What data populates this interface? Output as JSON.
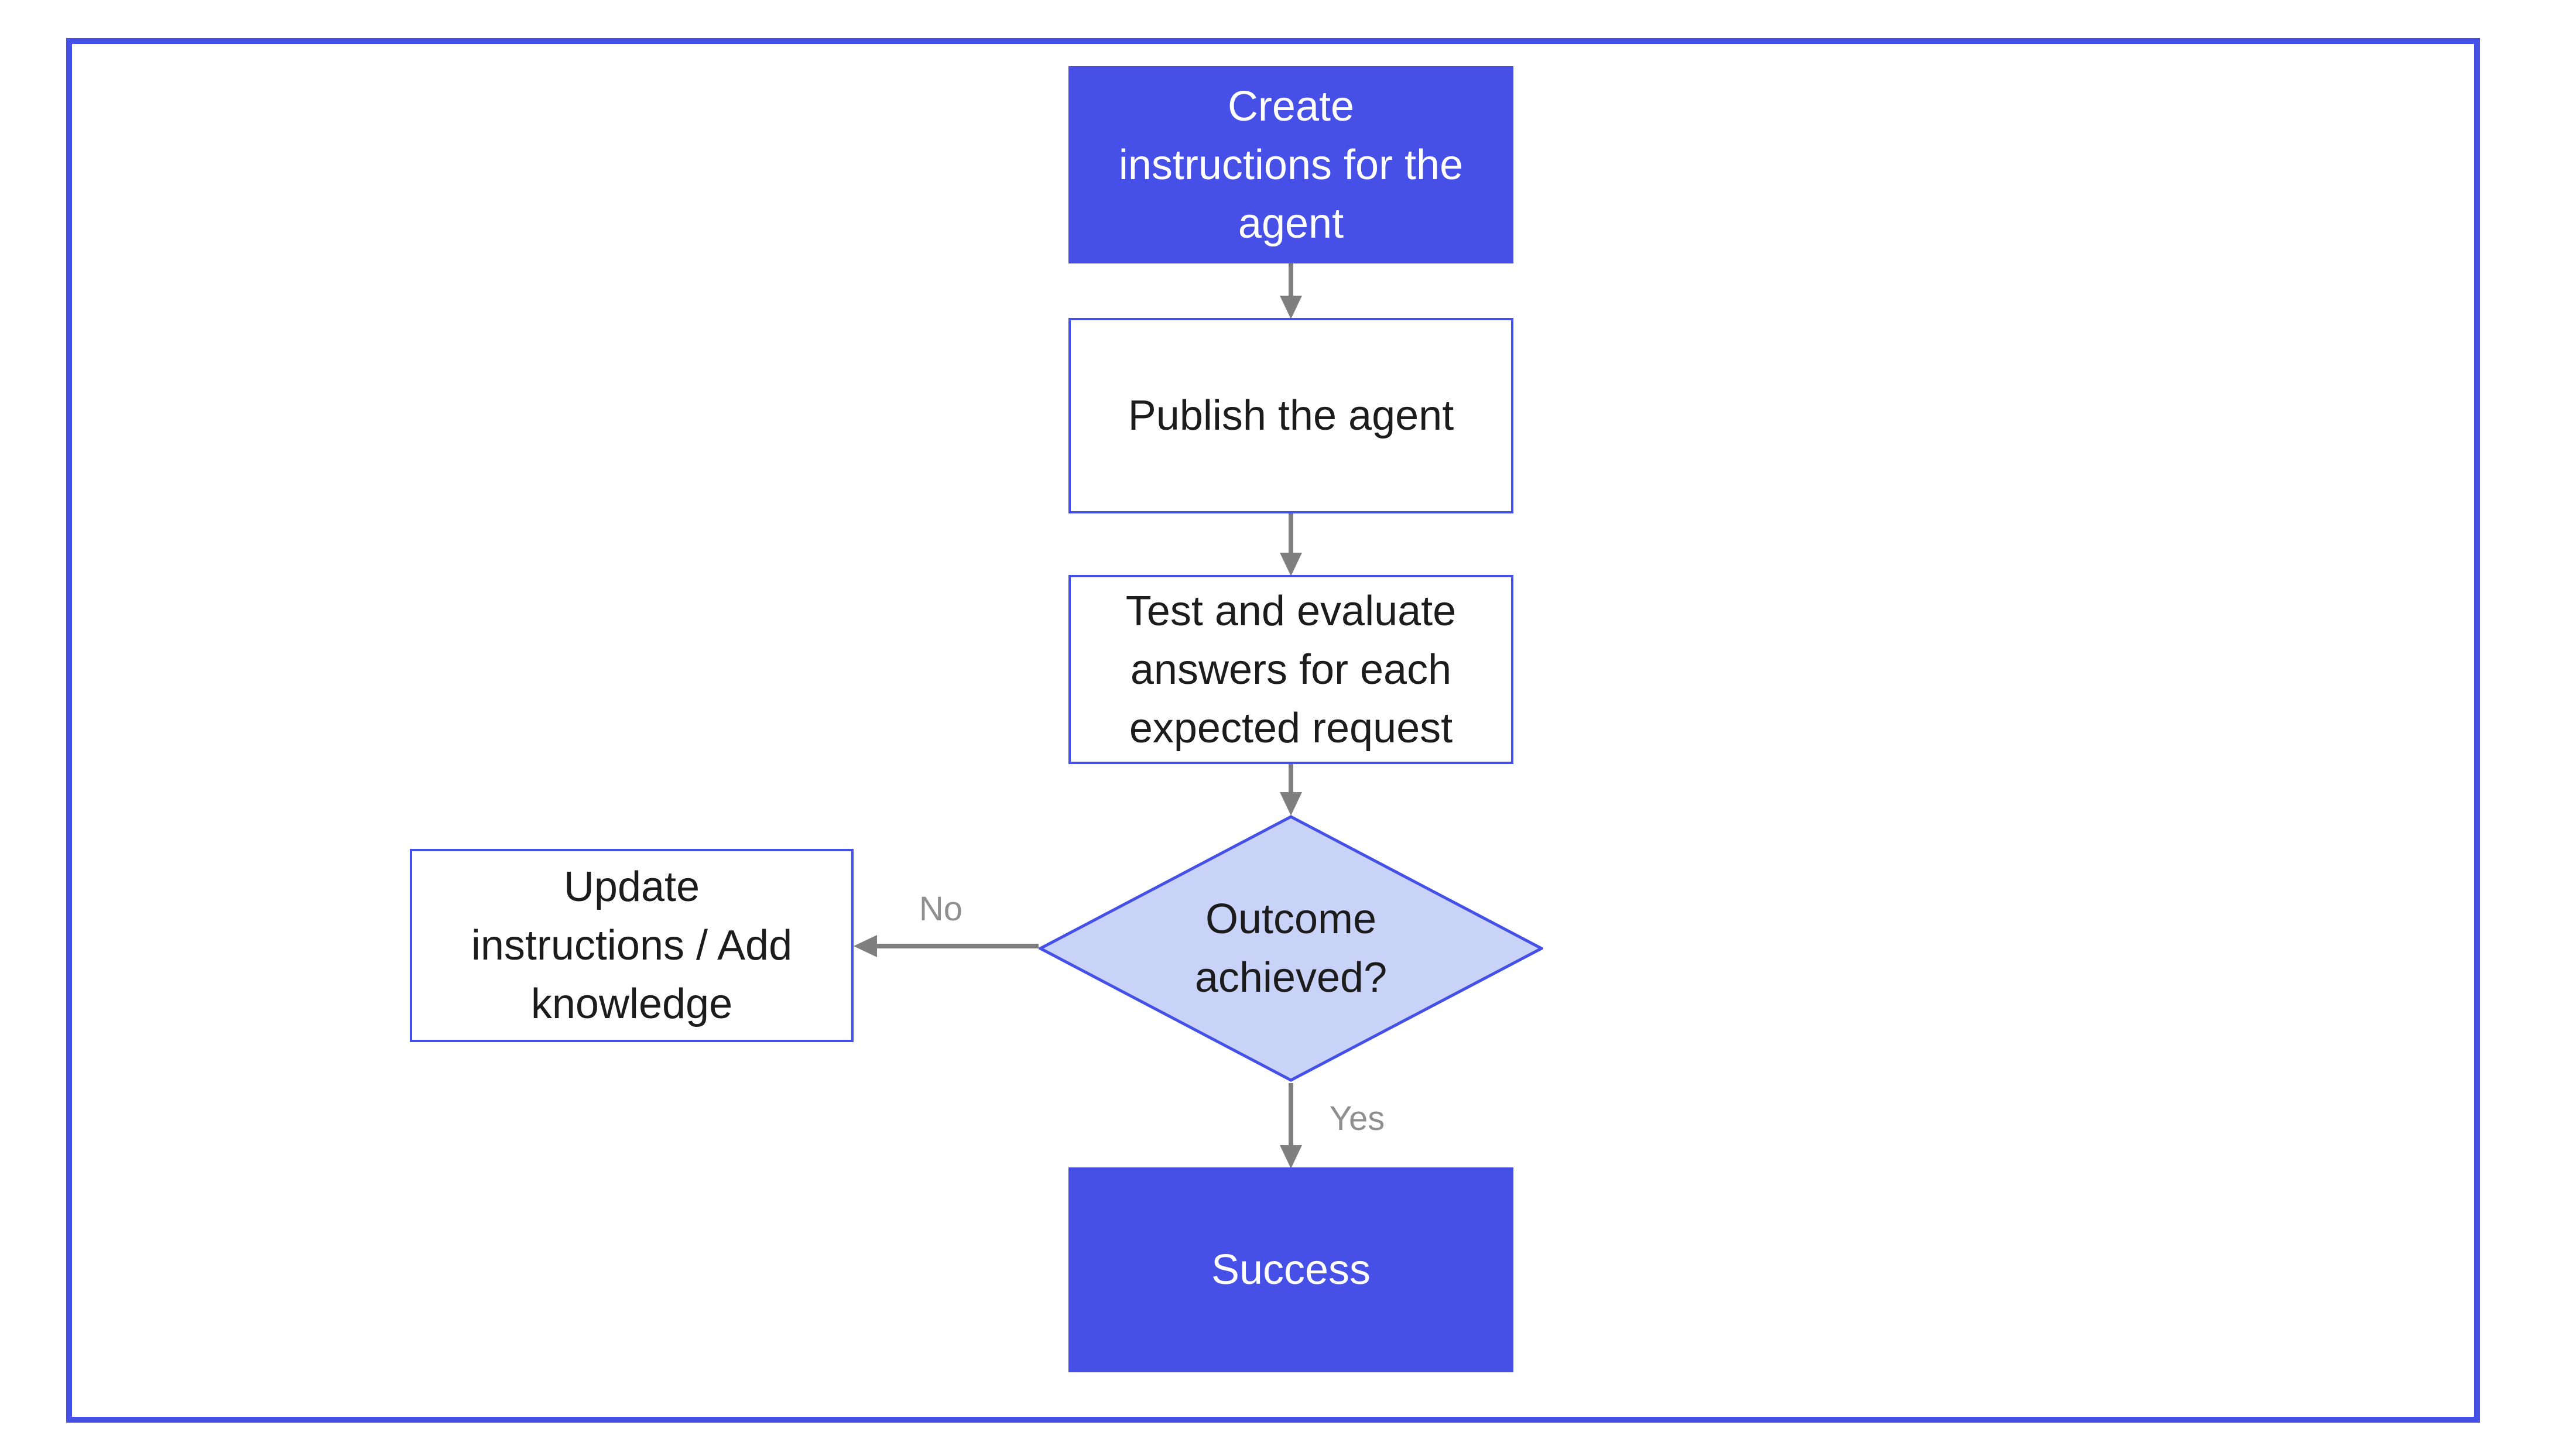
{
  "flowchart": {
    "nodes": {
      "create": {
        "lines": [
          "Create",
          "instructions for the",
          "agent"
        ]
      },
      "publish": {
        "lines": [
          "Publish the agent"
        ]
      },
      "test": {
        "lines": [
          "Test and evaluate",
          "answers for each",
          "expected request"
        ]
      },
      "decision": {
        "lines": [
          "Outcome",
          "achieved?"
        ]
      },
      "update": {
        "lines": [
          "Update",
          "instructions / Add",
          "knowledge"
        ]
      },
      "success": {
        "lines": [
          "Success"
        ]
      }
    },
    "edge_labels": {
      "no": "No",
      "yes": "Yes"
    },
    "colors": {
      "accent_blue": "#4450e8",
      "node_fill_blue": "#4750e6",
      "decision_fill": "#c9d2f7",
      "node_text_on_blue": "#ffffff",
      "node_text_dark": "#1c1c1c",
      "arrow_gray": "#7f7f7f",
      "edge_label_gray": "#8f8f8f",
      "background": "#ffffff"
    }
  }
}
